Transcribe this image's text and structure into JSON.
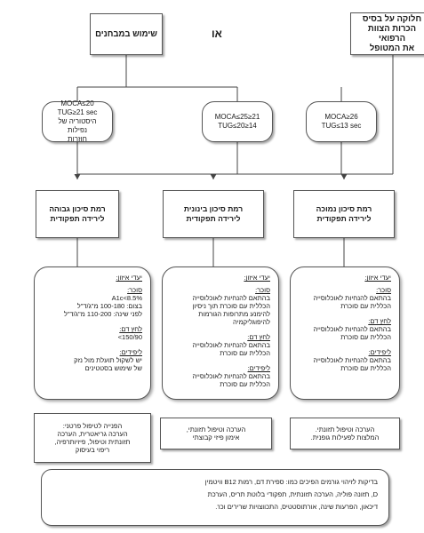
{
  "header": {
    "basis_box": [
      "חלוקה על בסיס",
      "הכרות הצוות הרפואי",
      "את המטופל"
    ],
    "or_label": "או",
    "tests_box": "שימוש במבחנים"
  },
  "criteria": {
    "high": [
      "MOCA≤20",
      "TUG≥21 sec",
      "היסטוריה של נפילות",
      "חוזרות"
    ],
    "mid": [
      "21≤MOCA≤25",
      "14≤TUG≤20"
    ],
    "low": [
      "MOCA≥26",
      "TUG≤13 sec"
    ]
  },
  "levels": {
    "high": [
      "רמת סיכון גבוהה",
      "לירידה תפקודית"
    ],
    "mid": [
      "רמת סיכון בינונית",
      "לירידה תפקודית"
    ],
    "low": [
      "רמת סיכון נמוכה",
      "לירידה תפקודית"
    ]
  },
  "goals": {
    "high": {
      "title": "יעדי איזון:",
      "sugar_head": "סוכר:",
      "sugar_a1c": "A1c<8.5%",
      "sugar_fasting": "בצום: 100-180 מ\"ג/ד\"ל",
      "sugar_bedtime": "לפני שינה: 110-200 מ\"ג/ד\"ל",
      "bp_head": "לחץ דם:",
      "bp_value": "<150/90",
      "lipid_head": "ליפידים:",
      "lipid_text": [
        "יש לשקול תועלת מול נזק",
        "של שימוש בסטטינים"
      ]
    },
    "mid": {
      "title": "יעדי איזון:",
      "sugar_head": "סוכר:",
      "sugar_text": [
        "בהתאם להנחיות לאוכלוסייה",
        "הכללית עם סוכרת תוך ניסיון",
        "להימנע מתרופות הגורמות",
        "להיפוגליקמיה"
      ],
      "bp_head": "לחץ דם:",
      "bp_text": [
        "בהתאם להנחיות לאוכלוסייה",
        "הכללית עם סוכרת"
      ],
      "lipid_head": "ליפידים:",
      "lipid_text": [
        "בהתאם להנחיות לאוכלוסייה",
        "הכללית עם סוכרת"
      ]
    },
    "low": {
      "title": "יעדי איזון:",
      "sugar_head": "סוכר:",
      "sugar_text": [
        "בהתאם להנחיות לאוכלוסייה",
        "הכללית עם סוכרת"
      ],
      "bp_head": "לחץ דם:",
      "bp_text": [
        "בהתאם להנחיות לאוכלוסייה",
        "הכללית עם סוכרת"
      ],
      "lipid_head": "ליפידים:",
      "lipid_text": [
        "בהתאם להנחיות לאוכלוסייה",
        "הכללית עם סוכרת"
      ]
    }
  },
  "referrals": {
    "high": [
      "הפנייה לטיפול פרטני:",
      "הערכה גריאטרית, הערכה",
      "תזונתית וטיפול, פיזיותרפיה,",
      "ריפוי בעיסוק"
    ],
    "mid": [
      "הערכה וטיפול תזונתי,",
      "אימון פיזי קבוצתי"
    ],
    "low": [
      "הערכה וטיפול תזונתי.",
      "המלצות לפעילות גופנית."
    ]
  },
  "exams": [
    "בדיקות לזיהוי גורמים הפיכים כמו: ספירת דם, רמות B12 וויטמין",
    "D, תזונה פוליה, הערכה תזונתית, תפקודי בלוטת תריס, הערכת",
    "דיכאון, הפרעות שינה, אורתוסטטיס, התכווצויות שרירים וכו'."
  ]
}
